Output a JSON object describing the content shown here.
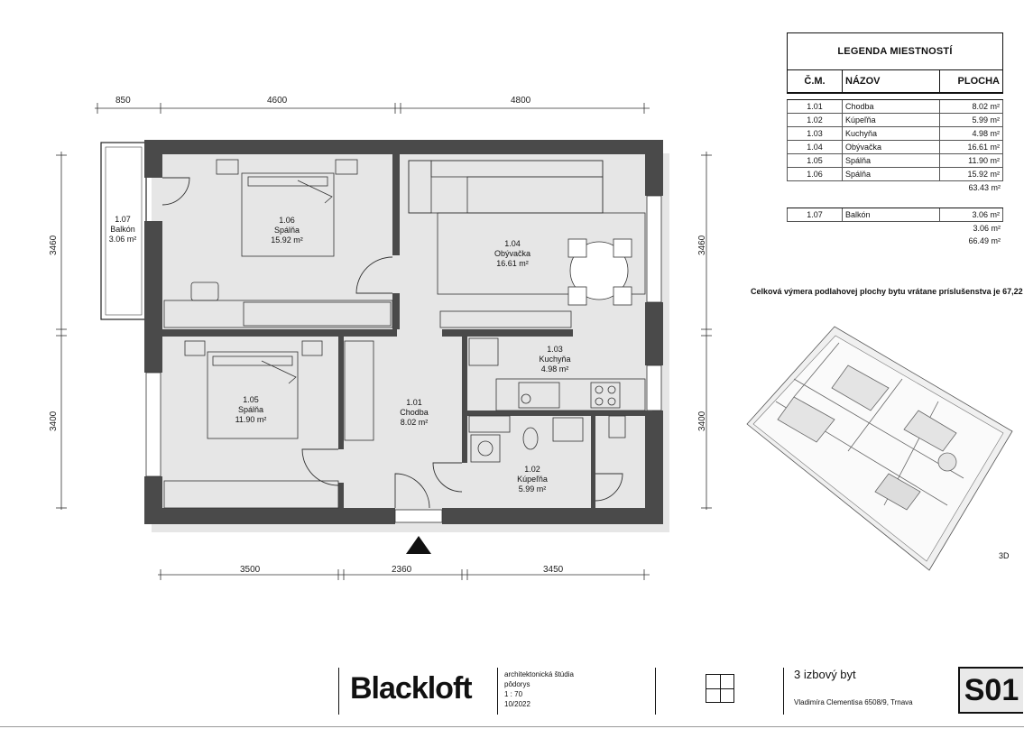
{
  "dimensions": {
    "top": [
      "850",
      "4600",
      "4800"
    ],
    "bottom": [
      "3500",
      "2360",
      "3450"
    ],
    "left": [
      "3460",
      "3400"
    ],
    "right": [
      "3460",
      "3400"
    ]
  },
  "rooms": [
    {
      "num": "1.07",
      "name": "Balkón",
      "area": "3.06 m²"
    },
    {
      "num": "1.06",
      "name": "Spálňa",
      "area": "15.92 m²"
    },
    {
      "num": "1.04",
      "name": "Obývačka",
      "area": "16.61 m²"
    },
    {
      "num": "1.03",
      "name": "Kuchyňa",
      "area": "4.98 m²"
    },
    {
      "num": "1.05",
      "name": "Spálňa",
      "area": "11.90 m²"
    },
    {
      "num": "1.01",
      "name": "Chodba",
      "area": "8.02 m²"
    },
    {
      "num": "1.02",
      "name": "Kúpeľňa",
      "area": "5.99 m²"
    }
  ],
  "legend": {
    "title": "LEGENDA MIESTNOSTÍ",
    "col_num": "Č.M.",
    "col_name": "NÁZOV",
    "col_area": "PLOCHA",
    "rows": [
      {
        "num": "1.01",
        "name": "Chodba",
        "area": "8.02 m²"
      },
      {
        "num": "1.02",
        "name": "Kúpeľňa",
        "area": "5.99 m²"
      },
      {
        "num": "1.03",
        "name": "Kuchyňa",
        "area": "4.98 m²"
      },
      {
        "num": "1.04",
        "name": "Obývačka",
        "area": "16.61 m²"
      },
      {
        "num": "1.05",
        "name": "Spálňa",
        "area": "11.90 m²"
      },
      {
        "num": "1.06",
        "name": "Spálňa",
        "area": "15.92 m²"
      }
    ],
    "subtotal": "63.43 m²",
    "extra_rows": [
      {
        "num": "1.07",
        "name": "Balkón",
        "area": "3.06 m²"
      }
    ],
    "extra_subtotal": "3.06 m²",
    "grand_total": "66.49 m²"
  },
  "total_note": "Celková výmera podlahovej plochy bytu vrátane príslušenstva je 67,22 m²",
  "view_label": "3D",
  "footer": {
    "logo": "Blackloft",
    "studio": "architektonická štúdia",
    "drawing": "pôdorys",
    "scale": "1 : 70",
    "date": "10/2022",
    "project": "3 izbový byt",
    "address": "Vladimíra Clementisa 6508/9, Trnava",
    "code": "S01"
  }
}
